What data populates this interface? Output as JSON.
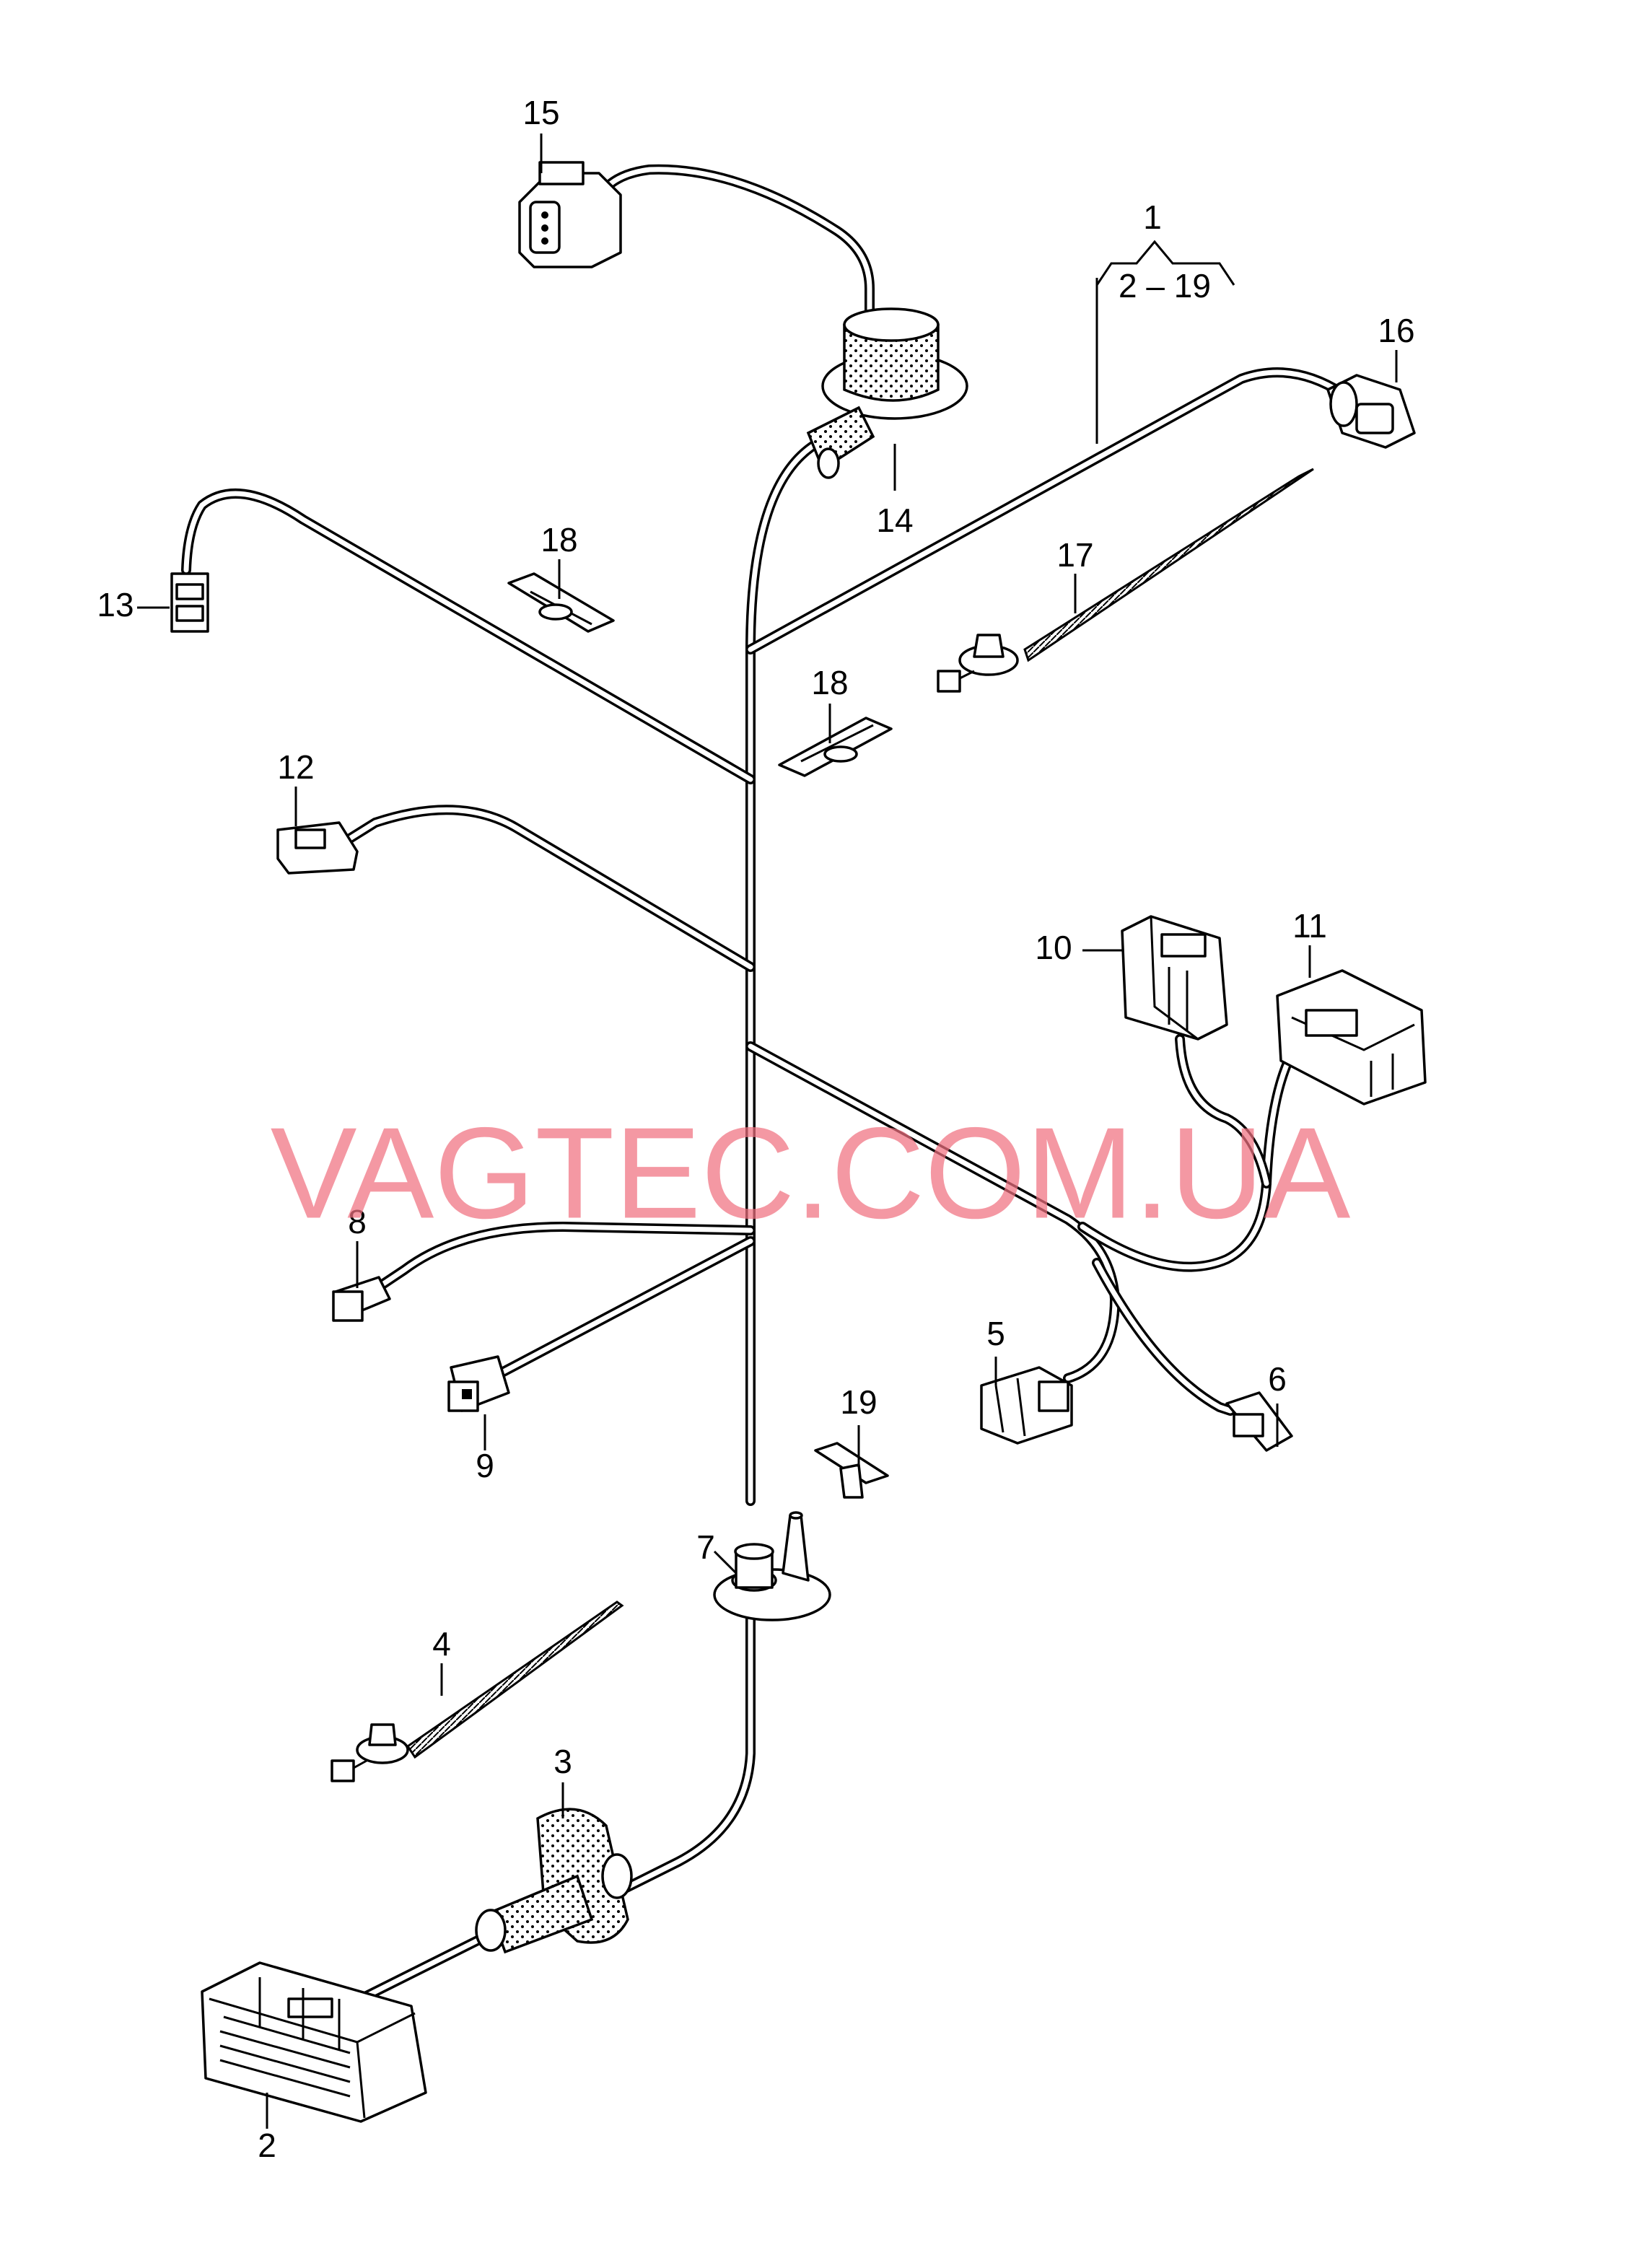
{
  "watermark": "VAGTEC.COM.UA",
  "callouts": {
    "c1": "1",
    "c1_range": "2 – 19",
    "c2": "2",
    "c3": "3",
    "c4": "4",
    "c5": "5",
    "c6": "6",
    "c7": "7",
    "c8": "8",
    "c9": "9",
    "c10": "10",
    "c11": "11",
    "c12": "12",
    "c13": "13",
    "c14": "14",
    "c15": "15",
    "c16": "16",
    "c17": "17",
    "c18a": "18",
    "c18b": "18",
    "c19": "19"
  }
}
